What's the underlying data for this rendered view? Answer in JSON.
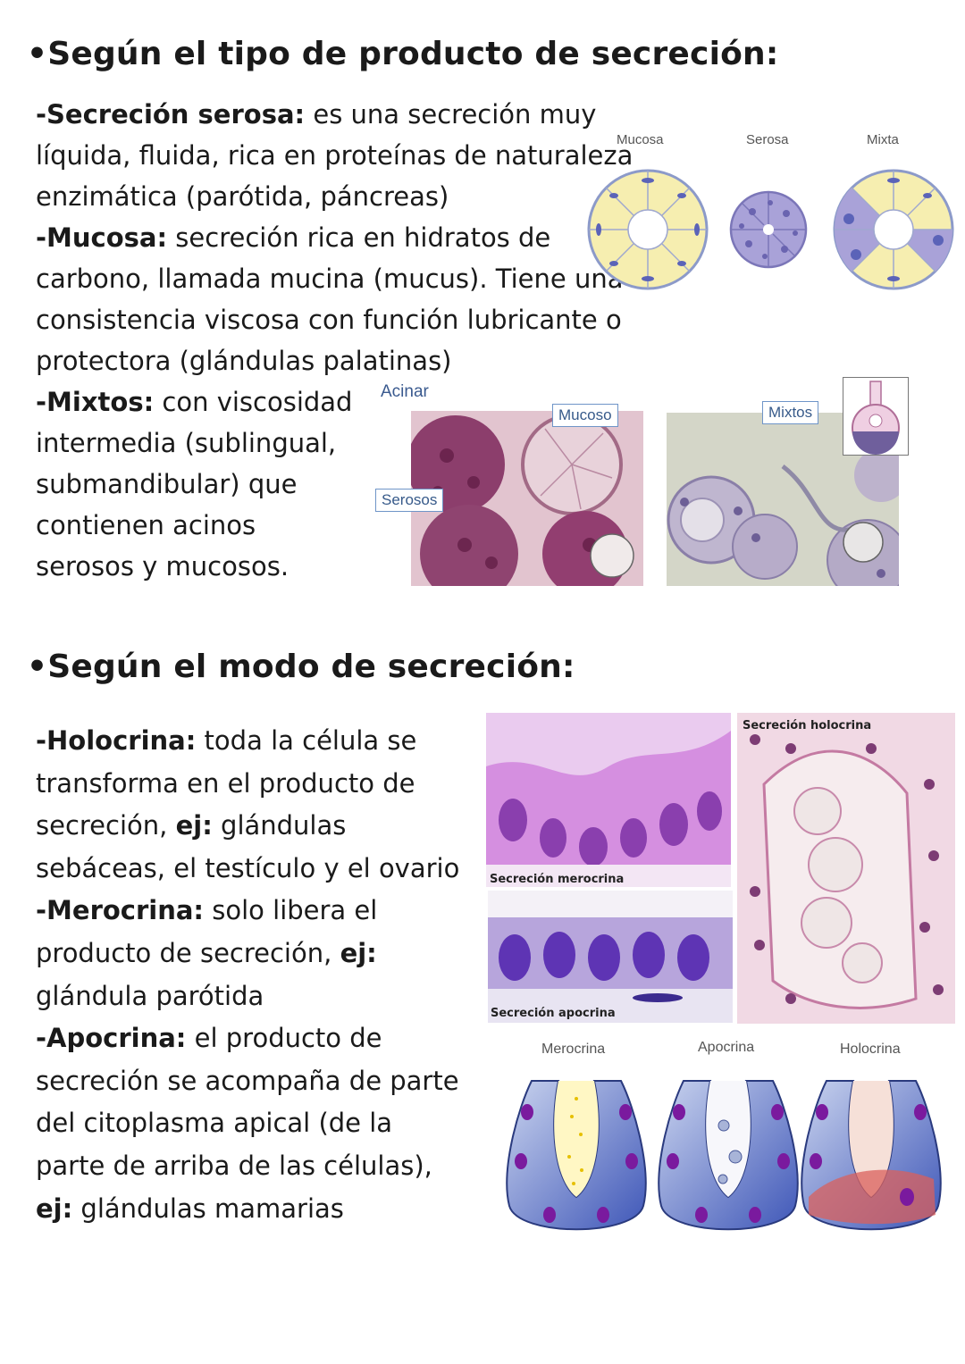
{
  "section1": {
    "heading": "•Según el tipo de producto de secreción:",
    "serosa": {
      "term": "-Secreción serosa:",
      "l1": " es una secreción muy",
      "l2": "líquida, fluida, rica en proteínas de naturaleza",
      "l3": "enzimática (parótida, páncreas)"
    },
    "mucosa": {
      "term": "-Mucosa:",
      "l1": " secreción rica en hidratos de",
      "l2": "carbono, llamada mucina (mucus). Tiene una",
      "l3": "consistencia viscosa con función lubricante o",
      "l4": "protectora (glándulas palatinas)"
    },
    "mixtos": {
      "term": "-Mixtos:",
      "l1": " con viscosidad",
      "l2": "intermedia (sublingual,",
      "l3": "submandibular) que",
      "l4": "contienen acinos",
      "l5": "serosos y mucosos."
    },
    "diagram_labels": {
      "mucosa": "Mucosa",
      "serosa": "Serosa",
      "mixta": "Mixta"
    },
    "micro_labels": {
      "acinar": "Acinar",
      "mucoso": "Mucoso",
      "serosos": "Serosos",
      "mixtos": "Mixtos"
    }
  },
  "section2": {
    "heading": "•Según el modo de secreción:",
    "holocrina": {
      "term": "-Holocrina:",
      "l1": " toda la célula se",
      "l2": "transforma en el producto de",
      "l3a": "secreción, ",
      "l3b": "ej:",
      "l3c": " glándulas",
      "l4": "sebáceas, el testículo y el ovario"
    },
    "merocrina": {
      "term": "-Merocrina:",
      "l1": " solo libera el",
      "l2a": "producto de secreción, ",
      "l2b": "ej:",
      "l3": "glándula parótida"
    },
    "apocrina": {
      "term": "-Apocrina:",
      "l1": " el producto de",
      "l2": "secreción se acompaña de parte",
      "l3": "del citoplasma apical (de la",
      "l4": "parte de arriba de las células),",
      "l5a": "ej:",
      "l5b": " glándulas mamarias"
    },
    "captions": {
      "merocrina": "Secreción merocrina",
      "apocrina": "Secreción apocrina",
      "holocrina": "Secreción holocrina"
    },
    "diagram_labels": {
      "merocrina": "Merocrina",
      "apocrina": "Apocrina",
      "holocrina": "Holocrina"
    }
  }
}
